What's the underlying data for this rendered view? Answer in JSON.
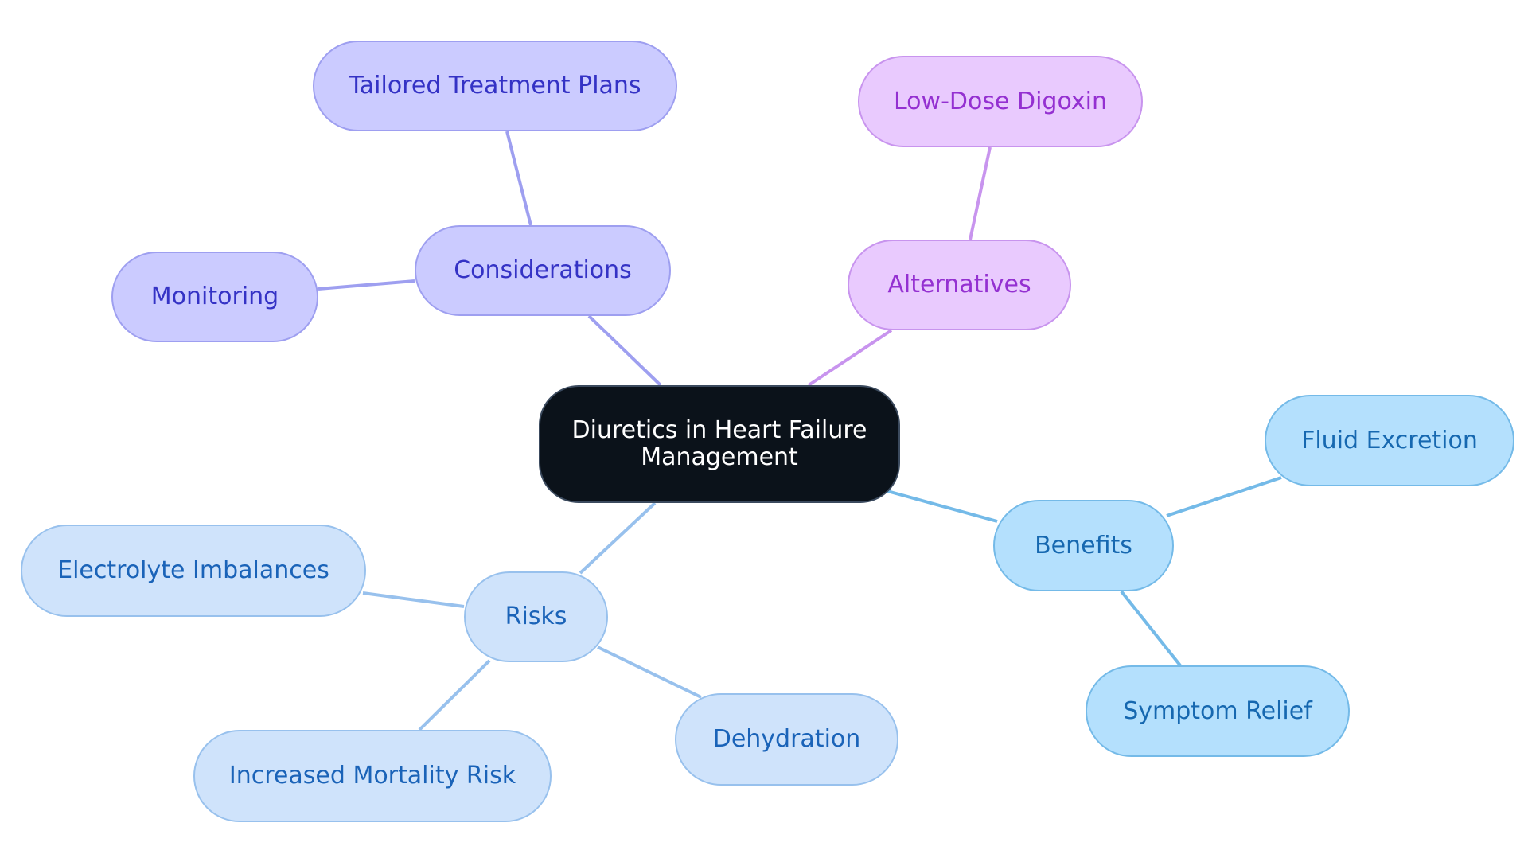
{
  "diagram": {
    "root": {
      "label": "Diuretics in Heart Failure Management",
      "line1": "Diuretics in Heart Failure",
      "line2": "Management"
    },
    "branches": [
      {
        "id": "considerations",
        "label": "Considerations",
        "color": "#9e9ff0",
        "children": [
          {
            "id": "tailored",
            "label": "Tailored Treatment Plans"
          },
          {
            "id": "monitoring",
            "label": "Monitoring"
          }
        ]
      },
      {
        "id": "alternatives",
        "label": "Alternatives",
        "color": "#c894ee",
        "children": [
          {
            "id": "digoxin",
            "label": "Low-Dose Digoxin"
          }
        ]
      },
      {
        "id": "benefits",
        "label": "Benefits",
        "color": "#74bae8",
        "children": [
          {
            "id": "fluid",
            "label": "Fluid Excretion"
          },
          {
            "id": "symptom",
            "label": "Symptom Relief"
          }
        ]
      },
      {
        "id": "risks",
        "label": "Risks",
        "color": "#98c1ed",
        "children": [
          {
            "id": "electrolyte",
            "label": "Electrolyte Imbalances"
          },
          {
            "id": "mortality",
            "label": "Increased Mortality Risk"
          },
          {
            "id": "dehydration",
            "label": "Dehydration"
          }
        ]
      }
    ]
  }
}
